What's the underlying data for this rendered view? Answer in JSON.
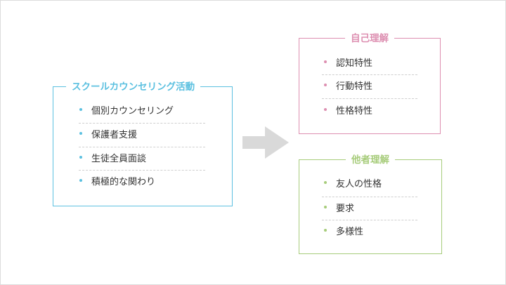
{
  "colors": {
    "blue": "#5bc0e0",
    "pink": "#dd8fb1",
    "green": "#a7cc7b",
    "arrow": "#d9d9d9"
  },
  "counseling": {
    "title": "スクールカウンセリング活動",
    "items": [
      "個別カウンセリング",
      "保護者支援",
      "生徒全員面談",
      "積極的な関わり"
    ]
  },
  "self": {
    "title": "自己理解",
    "items": [
      "認知特性",
      "行動特性",
      "性格特性"
    ]
  },
  "others": {
    "title": "他者理解",
    "items": [
      "友人の性格",
      "要求",
      "多様性"
    ]
  },
  "icons": {
    "arrow": "arrow-right-icon"
  }
}
